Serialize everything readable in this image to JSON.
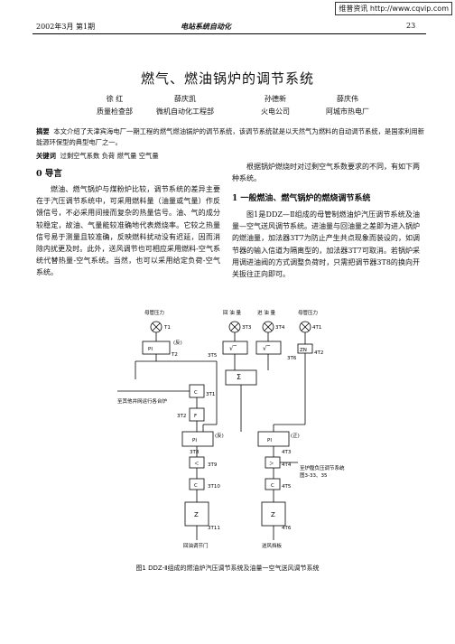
{
  "watermark": "维普资讯 http://www.cqvip.com",
  "header": {
    "date": "2002年3月 第1期",
    "journal": "电站系统自动化",
    "page": "23"
  },
  "title": "燃气、燃油锅炉的调节系统",
  "authors": [
    {
      "name": "徐 红",
      "org": "质量检查部"
    },
    {
      "name": "薛庆凯",
      "org": "微机自动化工程部"
    },
    {
      "name": "孙德新",
      "org": "火电公司"
    },
    {
      "name": "薛庆伟",
      "org": "阿城市热电厂"
    }
  ],
  "abstract": {
    "label": "摘要",
    "text": "本文介绍了天津宾海电厂一期工程的燃气燃油锅炉的调节系统，该调节系统就是以天然气为燃料的自动调节系统，是国家利用新能源环保型的典型电厂之一。"
  },
  "keywords": {
    "label": "关键词",
    "text": "过剩空气系数 负荷 燃气量 空气量"
  },
  "sections": [
    {
      "heading": "0 导言",
      "text": "燃油、燃气锅炉与煤粉炉比较，调节系统的差异主要在于汽压调节系统中，可采用燃料量（油量或气量）作反馈信号，不必采用间接而复杂的热量信号。油、气的成分较稳定，故油、气量能较准确地代表燃烧率。它较之热量信号易于测量且较准确，反映燃料扰动没有迟延，因而消除内扰更及时。此外，送风调节也可相应采用燃料-空气系统代替热量-空气系统。当然，也可以采用给定负荷-空气系统。"
    },
    {
      "heading": "",
      "text": "根据锅炉燃烧时对过剩空气系数要求的不同，有如下两种系统。"
    },
    {
      "heading": "1 一般燃油、燃气锅炉的燃烧调节系统",
      "text": "图1是DDZ—Ⅱ组成的母管制燃油炉汽压调节系统及油量—空气送风调节系统。进油量与回油量之差即为进入锅炉的燃油量，加法器3T7为防止产生共点现象而装设的，如调节器的输入信道为隔离型的，加法器3T7可取消。若锅炉采用调进油阀的方式调整负荷时，只需把调节器3T8的换向开关扳往正向即可。"
    }
  ],
  "figure": {
    "caption": "图1 DDZ-Ⅱ组成的燃油炉汽压调节系统及油量一空气送风调节系统",
    "top_labels": [
      "母管压力",
      "回 油 量",
      "进 油 量",
      "母管压力"
    ],
    "blocks": [
      "T1",
      "T2",
      "3T1",
      "3T2",
      "3T3",
      "3T4",
      "3T5",
      "3T6",
      "4T1",
      "4T2",
      "3T8",
      "4T3",
      "3T9",
      "3T10",
      "3T11",
      "4T4",
      "4T5",
      "4T6"
    ],
    "pi_label": "PI",
    "sigma": "Σ",
    "sqrt": "√‾",
    "rev_label": "(反)",
    "fwd_label": "(正)",
    "c_label": "C",
    "f_label": "F",
    "z_label": "Z",
    "zn_label": "ZN",
    "gt_label": "＞",
    "lt_label": "＜",
    "left_note": "至其他并网运行各台炉",
    "right_note_1": "至炉膛负压调节系统",
    "right_note_2": "图3-33、35",
    "bottom_left": "回油调节门",
    "bottom_right": "送风挡板"
  }
}
